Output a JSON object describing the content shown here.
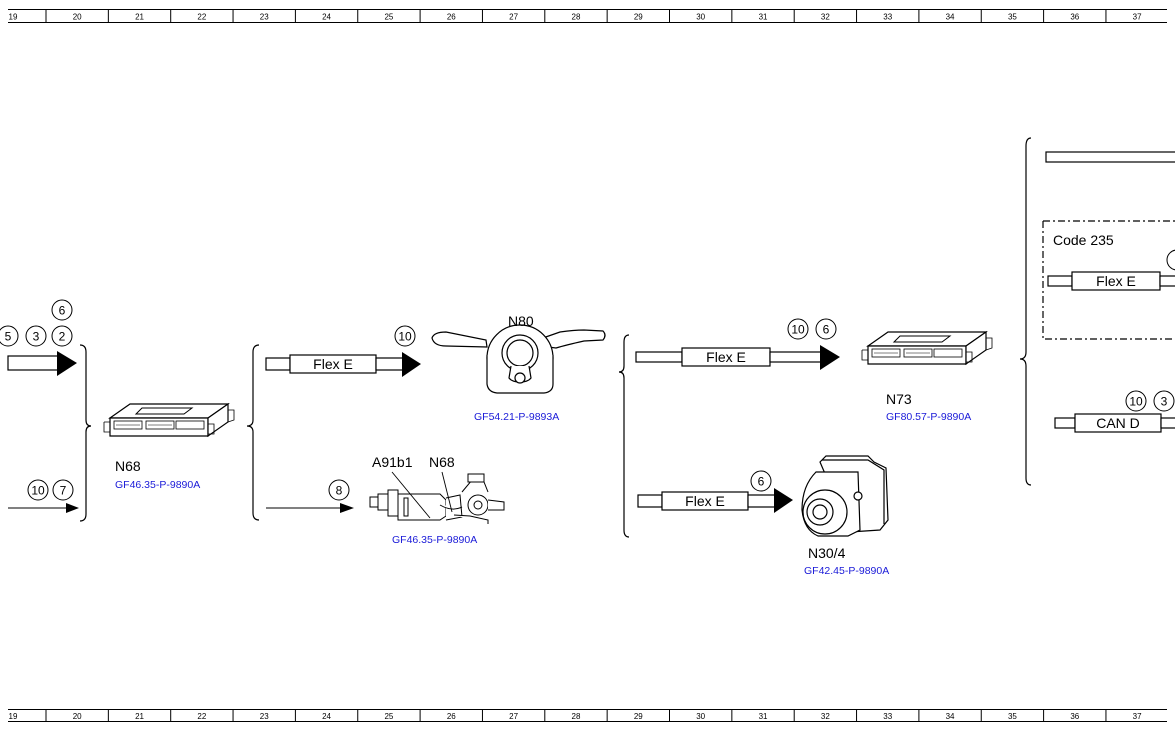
{
  "ruler": {
    "numbers": [
      "19",
      "20",
      "21",
      "22",
      "23",
      "24",
      "25",
      "26",
      "27",
      "28",
      "29",
      "30",
      "31",
      "32",
      "33",
      "34",
      "35",
      "36",
      "37"
    ]
  },
  "components": {
    "n68_ecu": {
      "label": "N68",
      "ref": "GF46.35-P-9890A"
    },
    "n80": {
      "label": "N80",
      "ref": "GF54.21-P-9893A"
    },
    "steering_assy": {
      "label_a": "A91b1",
      "label_b": "N68",
      "ref": "GF46.35-P-9890A"
    },
    "n73": {
      "label": "N73",
      "ref": "GF80.57-P-9890A"
    },
    "n30_4": {
      "label": "N30/4",
      "ref": "GF42.45-P-9890A"
    }
  },
  "buses": {
    "flex1": "Flex E",
    "flex2": "Flex E",
    "flex3": "Flex E",
    "flex4": "Flex E",
    "can": "CAN D"
  },
  "option": {
    "code": "Code 235"
  },
  "markers": {
    "m6_top": "6",
    "m5": "5",
    "m3": "3",
    "m2": "2",
    "m10_a": "10",
    "m7": "7",
    "m10_b": "10",
    "m8": "8",
    "m10_c": "10",
    "m6_c": "6",
    "m6_d": "6",
    "m10_e": "10",
    "m3_e": "3"
  }
}
